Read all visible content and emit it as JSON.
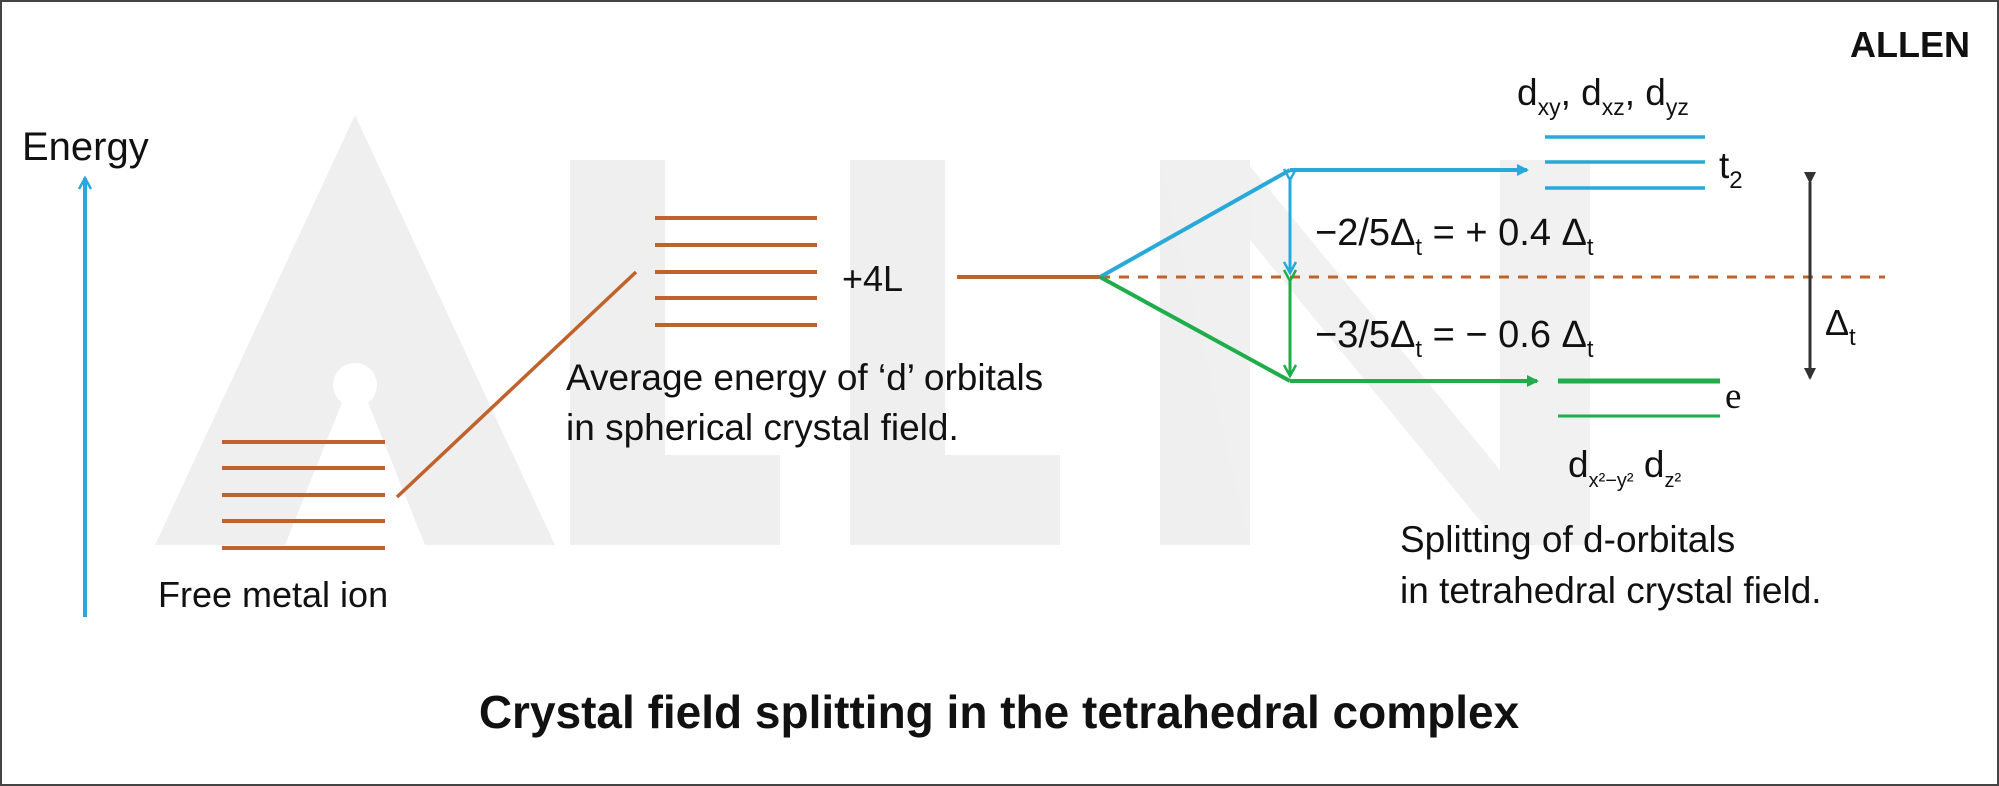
{
  "brand": {
    "logo_text": "ALLEN"
  },
  "axis": {
    "label": "Energy"
  },
  "free_ion": {
    "label": "Free metal ion"
  },
  "spherical": {
    "ligand_label": "+4L",
    "caption_line1": "Average energy of ‘d’ orbitals",
    "caption_line2": "in spherical crystal field."
  },
  "t2_set": {
    "orbitals_d1": "d",
    "orbitals_sub1": "xy",
    "orbitals_sep1": ",",
    "orbitals_d2": " d",
    "orbitals_sub2": "xz",
    "orbitals_sep2": ",",
    "orbitals_d3": " d",
    "orbitals_sub3": "yz",
    "symbol_main": "t",
    "symbol_sub": "2",
    "shift_a": "−2/5Δ",
    "shift_a_sub": "t",
    "shift_b": " = + 0.4 Δ",
    "shift_b_sub": "t"
  },
  "e_set": {
    "orbitals_d1": "d",
    "orbitals_sub1": "x²−y²",
    "orbitals_d2": " d",
    "orbitals_sub2": "z²",
    "symbol": "e",
    "shift_a": "−3/5Δ",
    "shift_a_sub": "t",
    "shift_b": " = − 0.6 Δ",
    "shift_b_sub": "t"
  },
  "gap": {
    "main": "Δ",
    "sub": "t"
  },
  "tetrahedral": {
    "caption_line1": "Splitting of d-orbitals",
    "caption_line2": "in tetrahedral crystal field."
  },
  "title": "Crystal field splitting in the tetrahedral complex",
  "colors": {
    "orbital": "#c0622b",
    "t2": "#29a9d9",
    "e": "#1fad4b",
    "gap_arrow": "#333333",
    "text": "#111111",
    "watermark": "#efefef",
    "frame": "#444444"
  }
}
